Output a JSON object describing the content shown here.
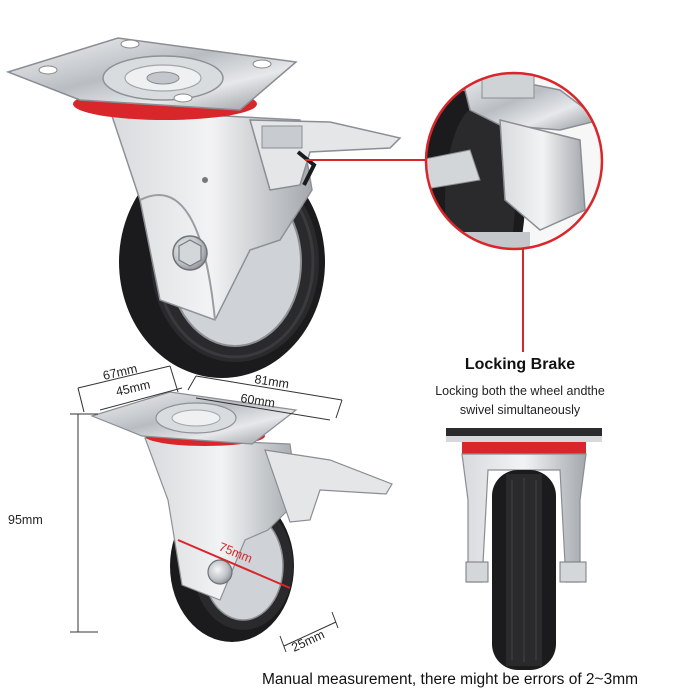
{
  "brake": {
    "title": "Locking Brake",
    "description_line1": "Locking both the wheel andthe",
    "description_line2": "swivel simultaneously"
  },
  "dimensions": {
    "plate_width_outer": "67mm",
    "plate_width_inner": "45mm",
    "plate_length_outer": "81mm",
    "plate_length_inner": "60mm",
    "total_height": "95mm",
    "wheel_diameter": "75mm",
    "wheel_width": "25mm"
  },
  "note": "Manual measurement, there might be errors of 2~3mm",
  "colors": {
    "accent_red": "#d9262b",
    "steel": "#c9ccd0",
    "rubber": "#1b1b1d"
  }
}
